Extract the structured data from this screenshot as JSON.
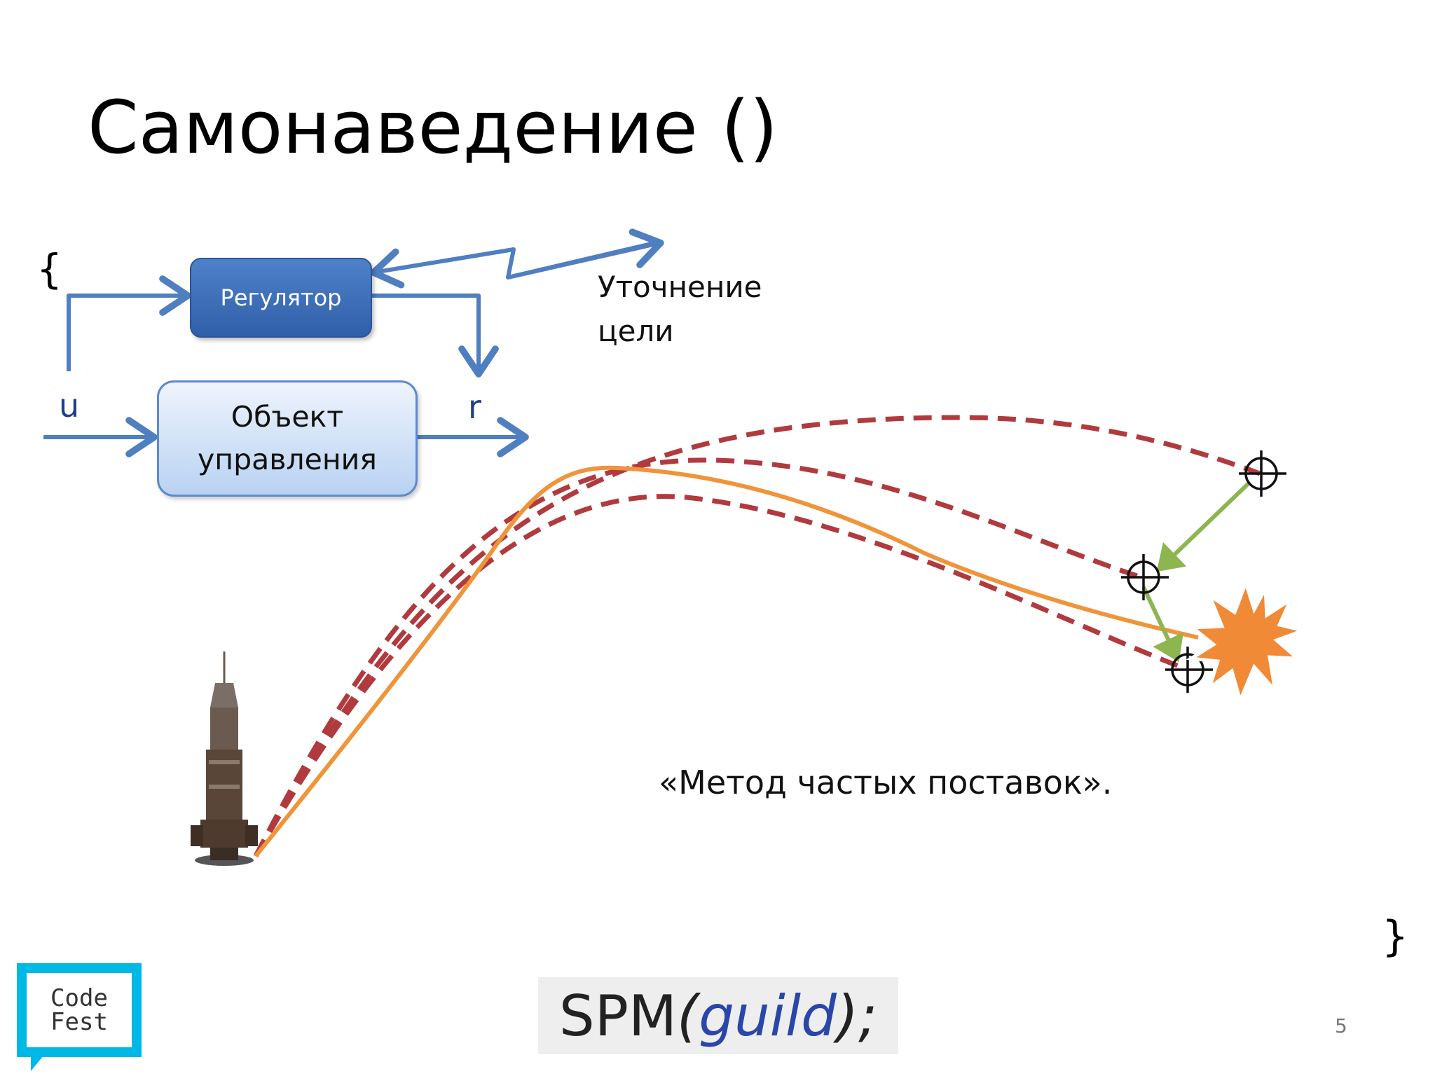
{
  "slide": {
    "title": "Самонаведение ()",
    "brace_open": "{",
    "brace_close": "}",
    "page_number": "5"
  },
  "diagram": {
    "regulator_label": "Регулятор",
    "plant_label_line1": "Объект",
    "plant_label_line2": "управления",
    "input_label": "u",
    "output_label": "r",
    "refinement_line1": "Уточнение",
    "refinement_line2": "цели"
  },
  "trajectory": {
    "caption": "«Метод частых поставок».",
    "colors": {
      "dashed_paths": "#b03a3e",
      "actual_path": "#f0943a",
      "correction_arrows": "#8db550",
      "explosion": "#f08a36"
    }
  },
  "footer": {
    "codefest_line1": "Code",
    "codefest_line2": "Fest",
    "spm_prefix": "SPM",
    "spm_open": "(",
    "spm_guild": "guild",
    "spm_close": ");"
  },
  "colors": {
    "flow_arrows": "#4f7fc0",
    "regulator_fill": "#3b6db8",
    "plant_fill": "#cfe0f7",
    "codefest_accent": "#00b8e6"
  }
}
